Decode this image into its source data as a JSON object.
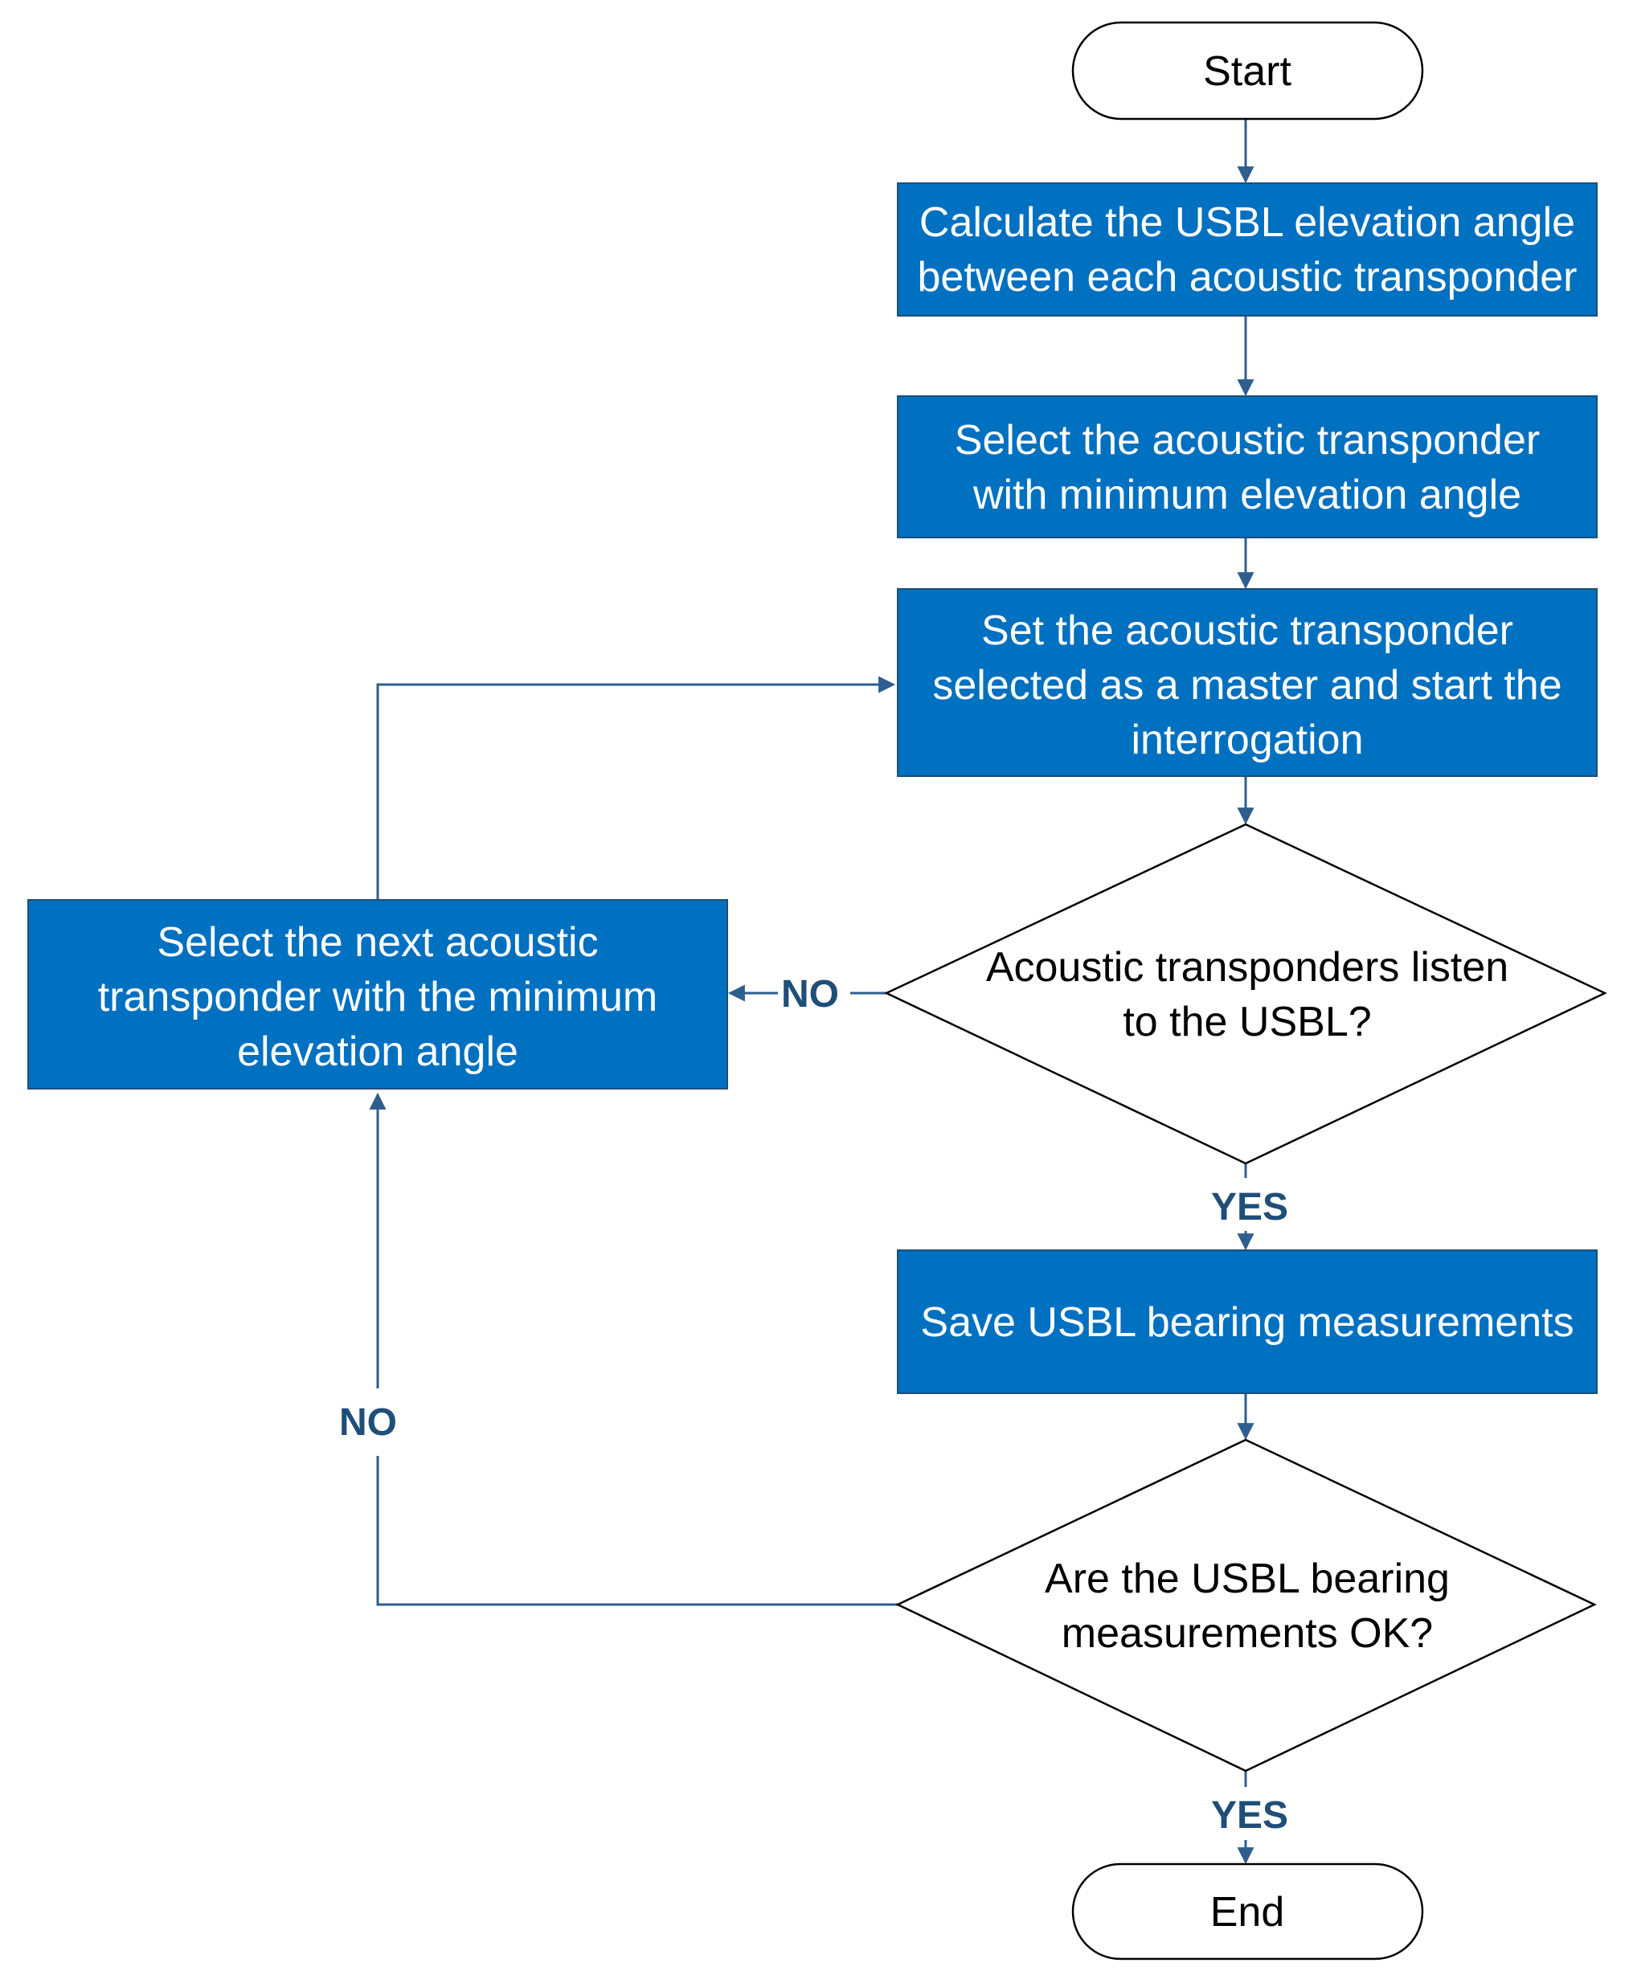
{
  "colors": {
    "process_fill": "#0070C0",
    "process_text": "#FFFFFF",
    "decision_text": "#000000",
    "terminal_text": "#000000",
    "connector": "#2E5E8E",
    "label": "#1F4E79"
  },
  "nodes": {
    "start": {
      "lines": [
        "Start"
      ]
    },
    "calc_elevation": {
      "lines": [
        "Calculate the USBL elevation angle",
        "between each acoustic transponder"
      ]
    },
    "select_min": {
      "lines": [
        "Select the acoustic transponder",
        "with minimum elevation angle"
      ]
    },
    "set_master": {
      "lines": [
        "Set the acoustic transponder",
        "selected as a master and start the",
        "interrogation"
      ]
    },
    "decision_listen": {
      "lines": [
        "Acoustic transponders listen",
        "to the USBL?"
      ]
    },
    "select_next": {
      "lines": [
        "Select the next acoustic",
        "transponder with the minimum",
        "elevation angle"
      ]
    },
    "save_bearing": {
      "lines": [
        "Save USBL bearing measurements"
      ]
    },
    "decision_ok": {
      "lines": [
        "Are the USBL bearing",
        "measurements OK?"
      ]
    },
    "end": {
      "lines": [
        "End"
      ]
    }
  },
  "edge_labels": {
    "listen_no": "NO",
    "listen_yes": "YES",
    "ok_no": "NO",
    "ok_yes": "YES"
  }
}
